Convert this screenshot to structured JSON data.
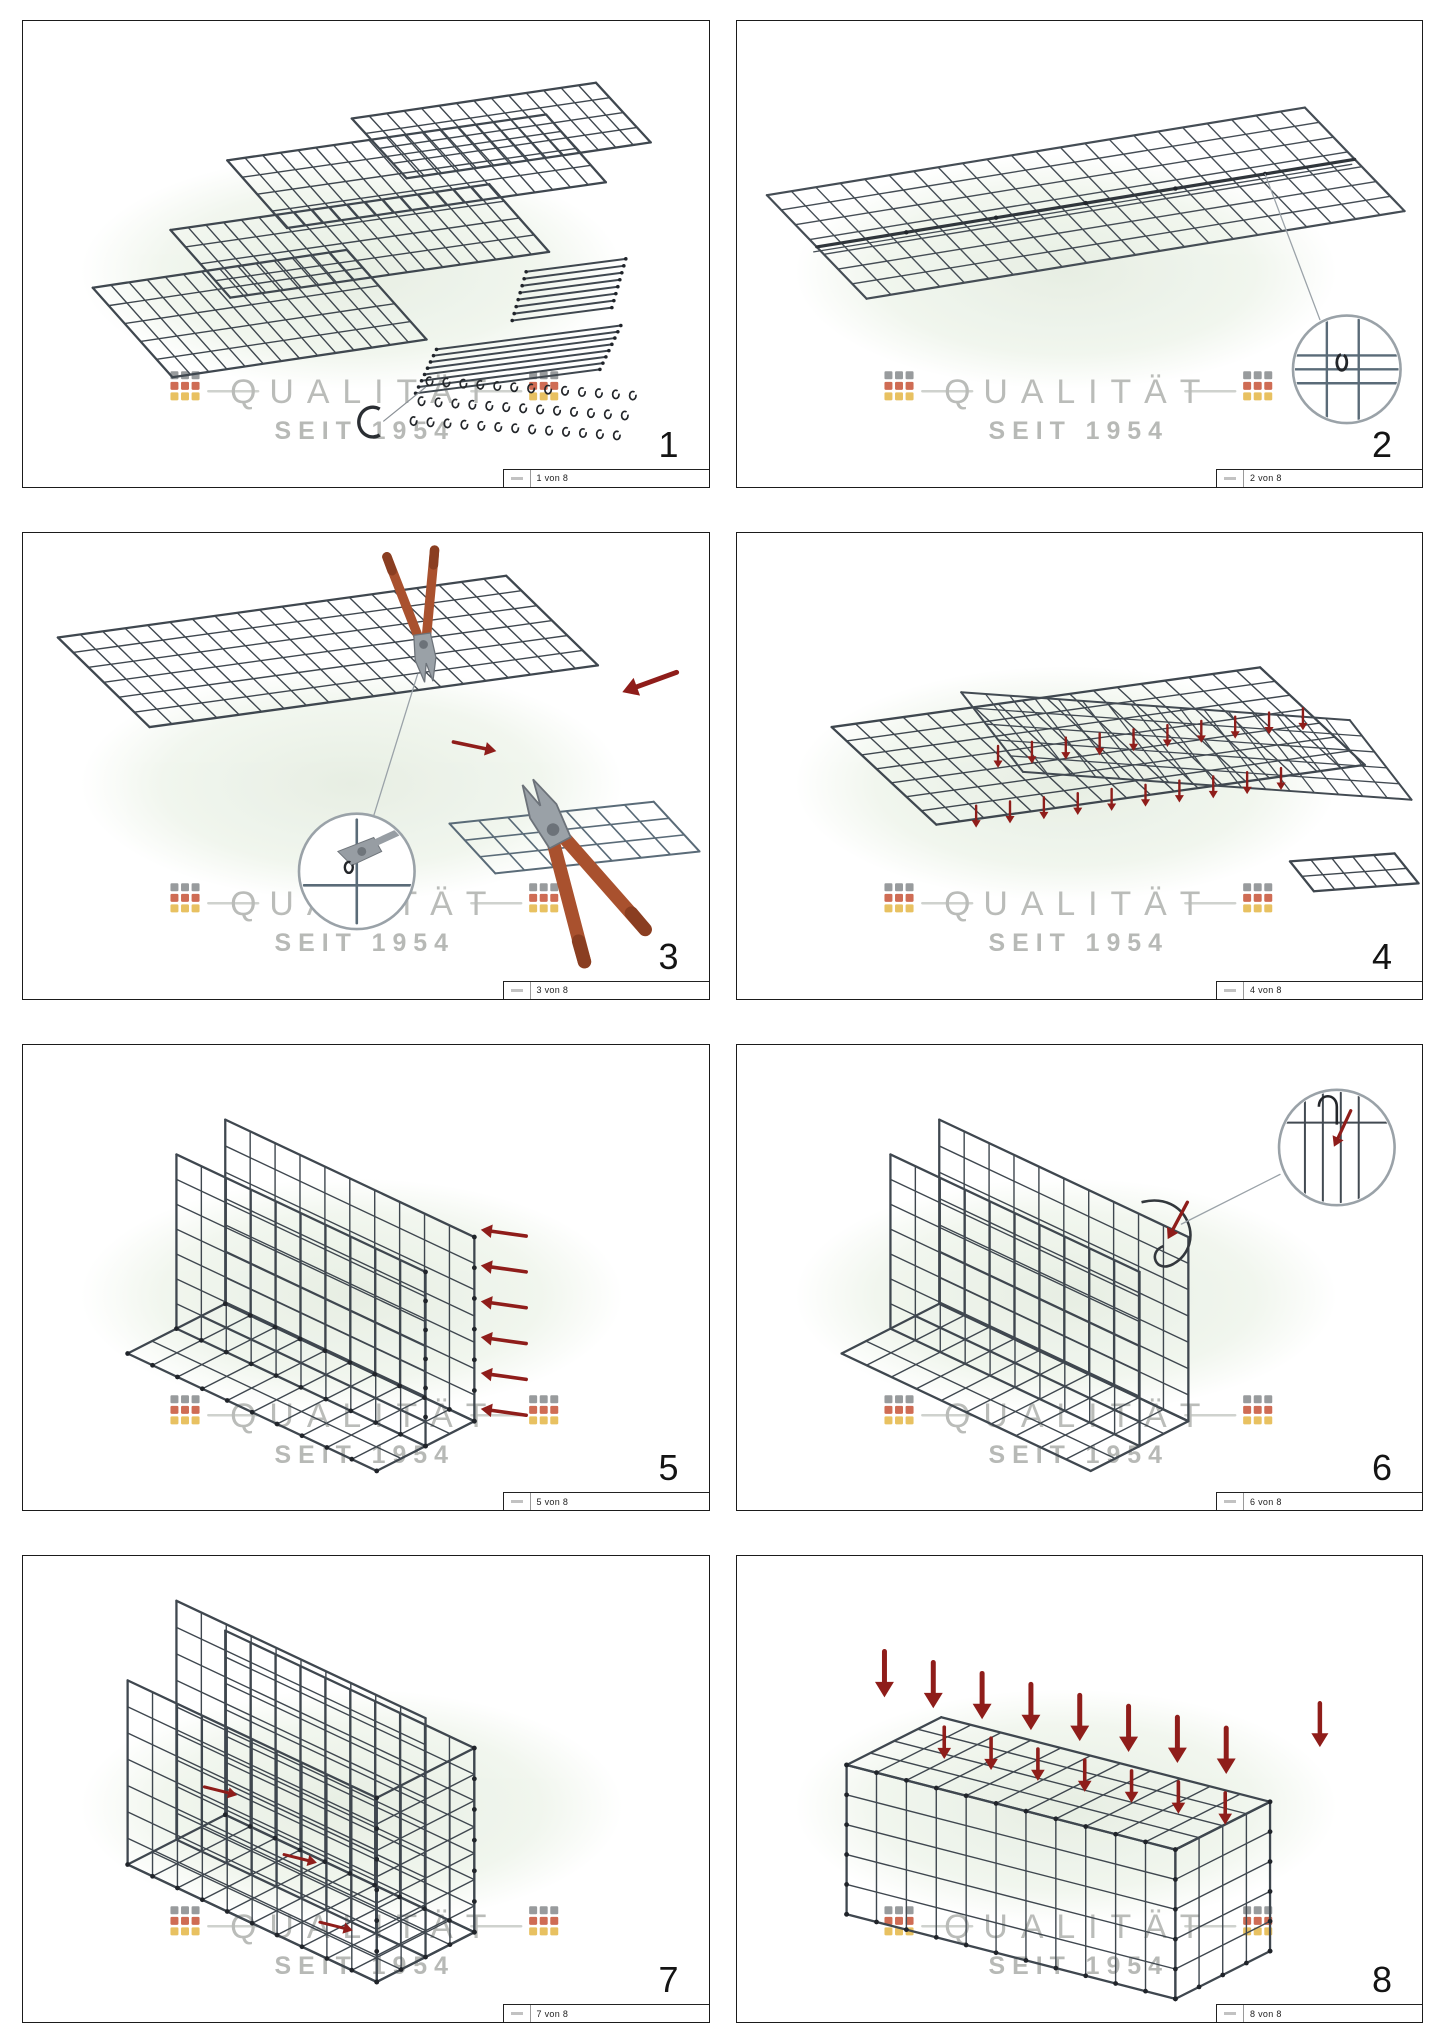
{
  "watermark": {
    "line1": "QUALITÄT",
    "line2": "SEIT 1954"
  },
  "panels": [
    {
      "step": "1",
      "sheet": "1 von 8"
    },
    {
      "step": "2",
      "sheet": "2 von 8"
    },
    {
      "step": "3",
      "sheet": "3 von 8"
    },
    {
      "step": "4",
      "sheet": "4 von 8"
    },
    {
      "step": "5",
      "sheet": "5 von 8"
    },
    {
      "step": "6",
      "sheet": "6 von 8"
    },
    {
      "step": "7",
      "sheet": "7 von 8"
    },
    {
      "step": "8",
      "sheet": "8 von 8"
    }
  ]
}
